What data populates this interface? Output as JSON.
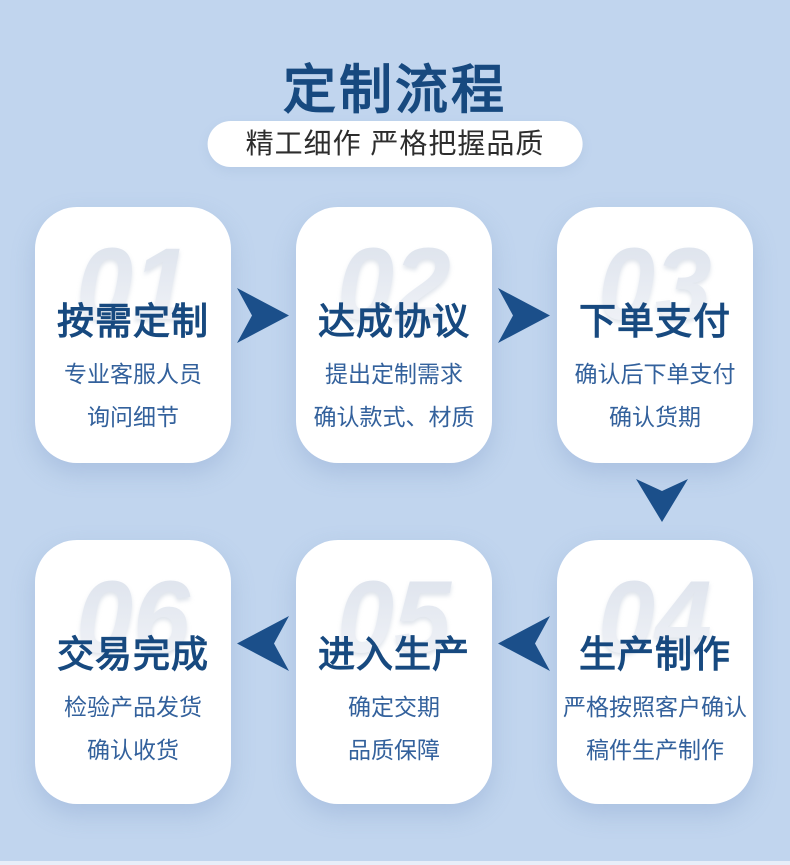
{
  "header": {
    "title": "定制流程",
    "subtitle": "精工细作 严格把握品质"
  },
  "steps": [
    {
      "number": "01",
      "title": "按需定制",
      "desc_lines": [
        "专业客服人员",
        "询问细节"
      ]
    },
    {
      "number": "02",
      "title": "达成协议",
      "desc_lines": [
        "提出定制需求",
        "确认款式、材质"
      ]
    },
    {
      "number": "03",
      "title": "下单支付",
      "desc_lines": [
        "确认后下单支付",
        "确认货期"
      ]
    },
    {
      "number": "04",
      "title": "生产制作",
      "desc_lines": [
        "严格按照客户确认",
        "稿件生产制作"
      ]
    },
    {
      "number": "05",
      "title": "进入生产",
      "desc_lines": [
        "确定交期",
        "品质保障"
      ]
    },
    {
      "number": "06",
      "title": "交易完成",
      "desc_lines": [
        "检验产品发货",
        "确认收货"
      ]
    }
  ],
  "flow": {
    "row1_order": [
      "01",
      "02",
      "03"
    ],
    "row2_order": [
      "06",
      "05",
      "04"
    ],
    "arrow_directions": [
      "right",
      "right",
      "down",
      "left",
      "left"
    ]
  },
  "colors": {
    "background": "#c1d5ee",
    "primary": "#17497f",
    "arrow": "#1b4f8a",
    "desc_text": "#33619c",
    "pill_text": "#2d2d2d",
    "card_bg": "#ffffff",
    "number_top": "#dce2ec",
    "number_bottom": "#f2f4f8",
    "bottom_strip": "#e7eef9"
  }
}
